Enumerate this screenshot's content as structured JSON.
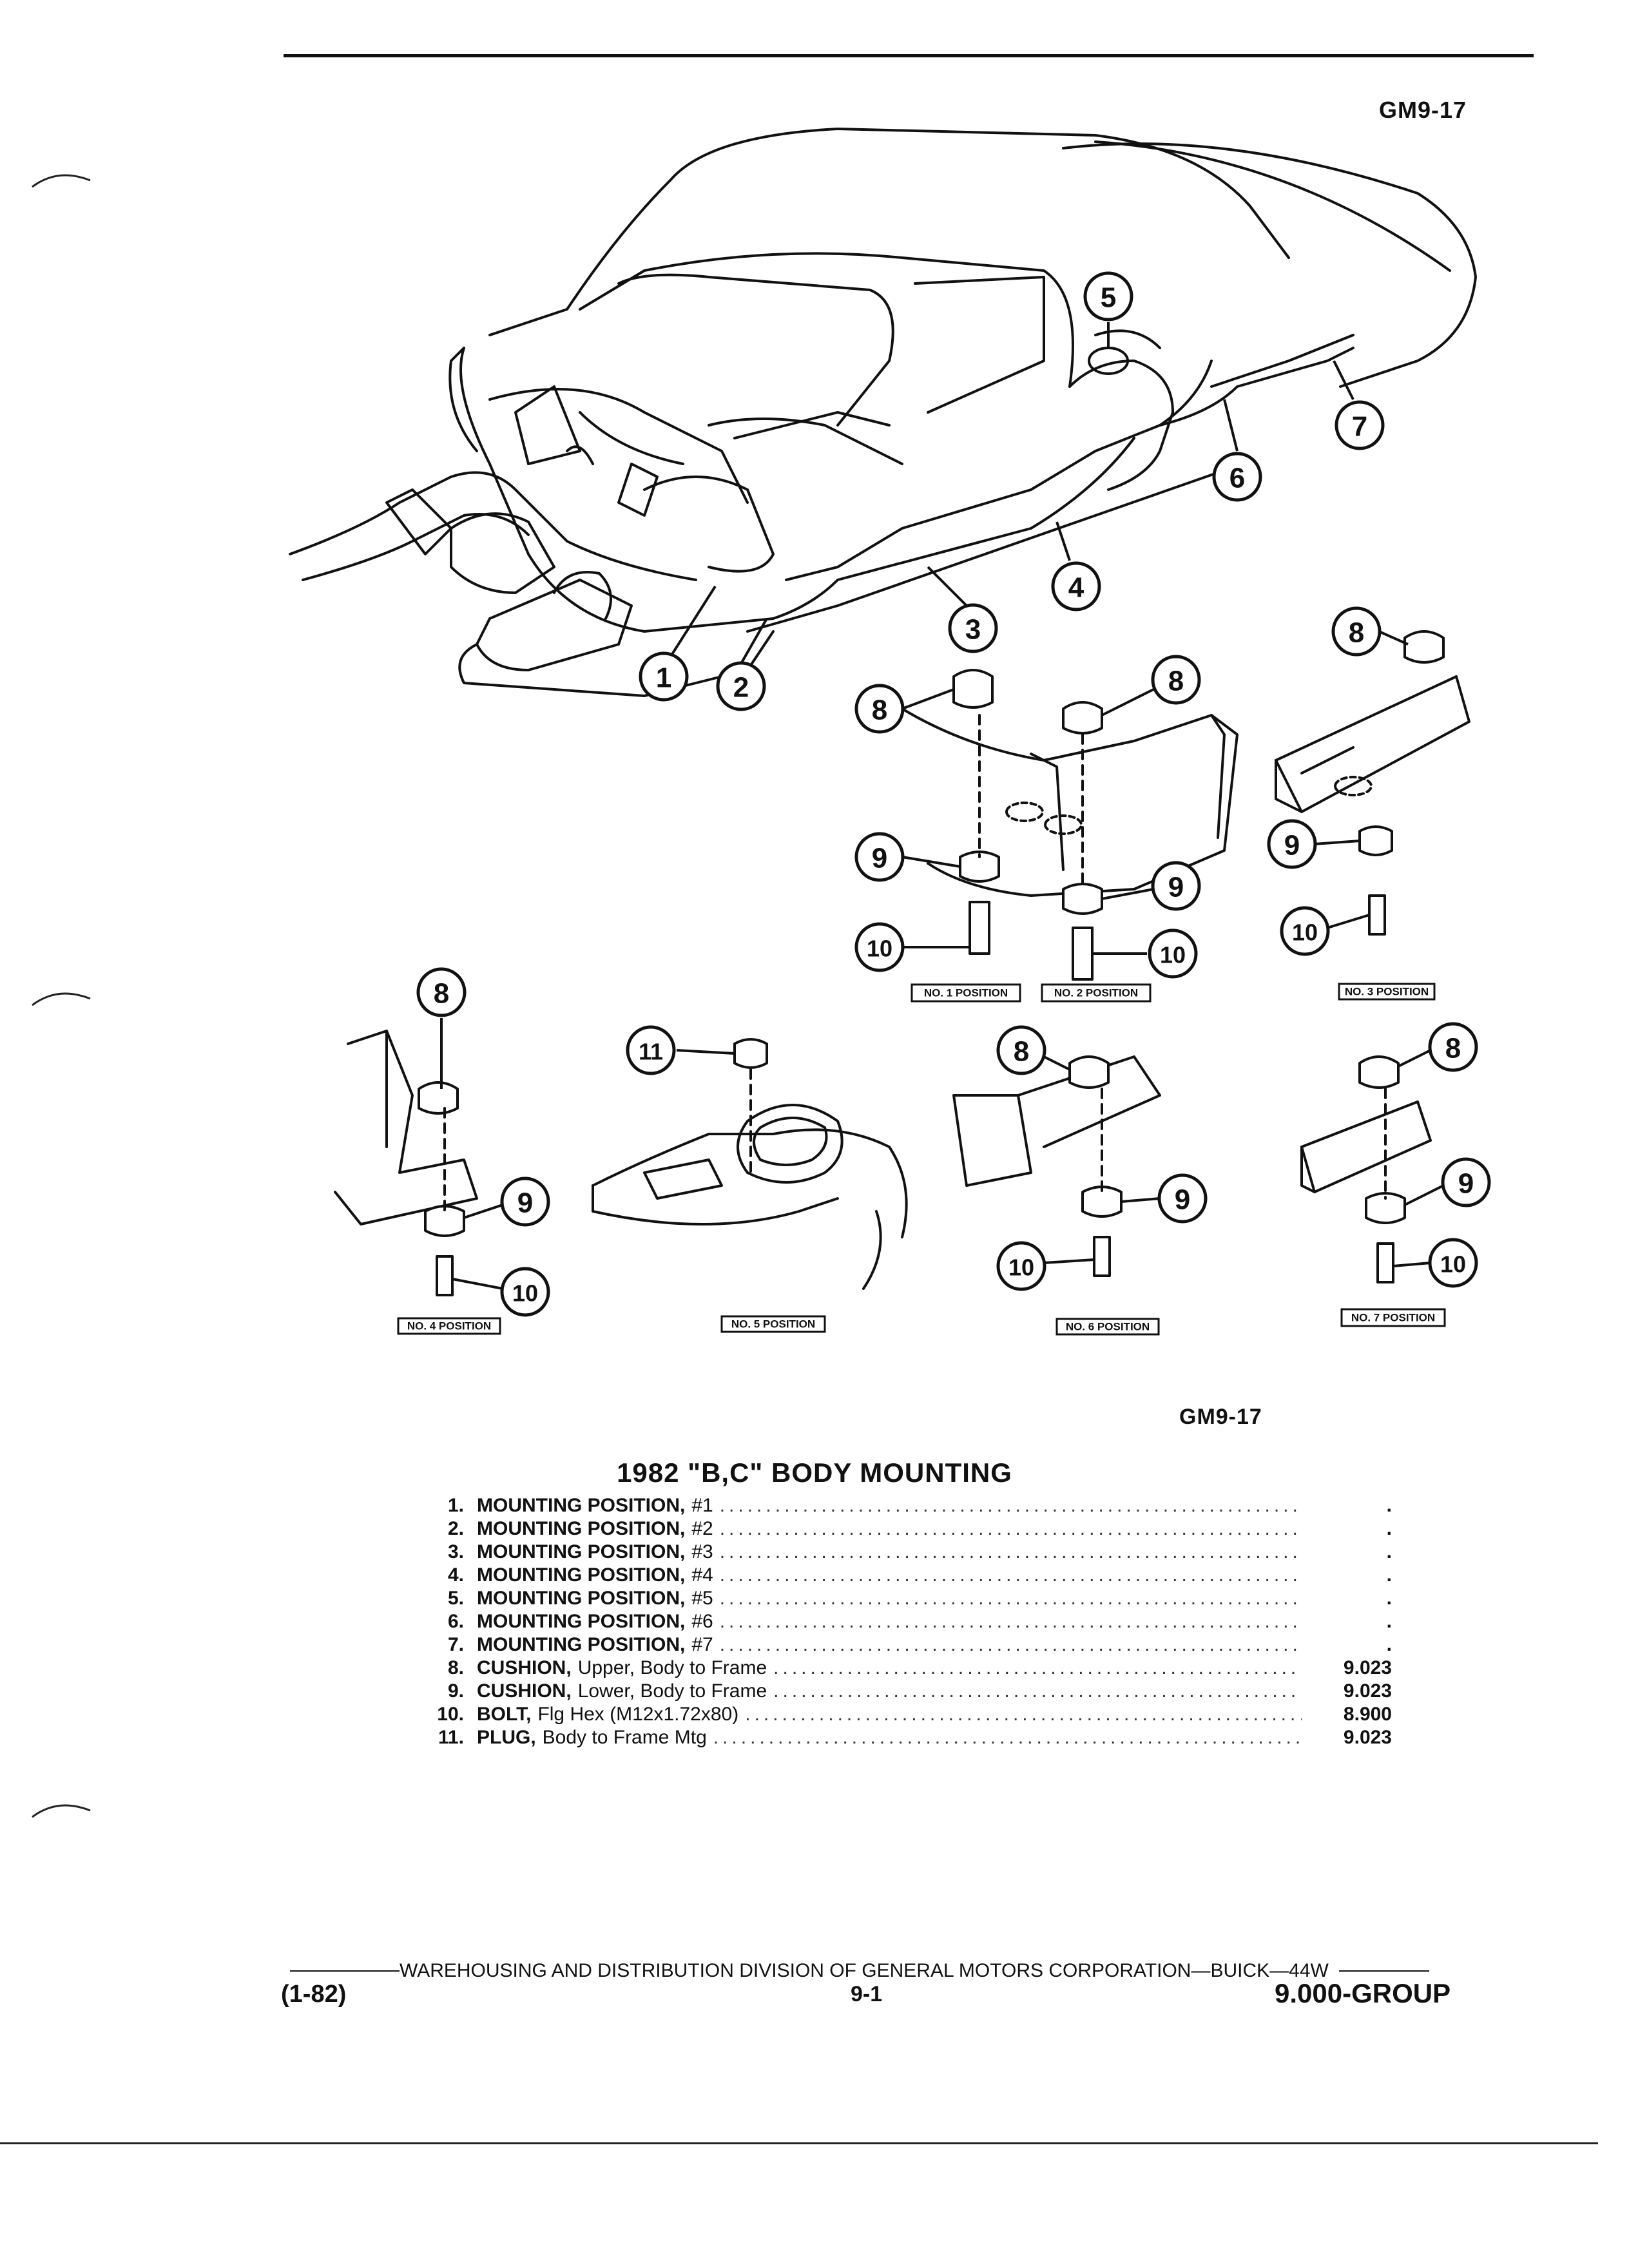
{
  "header": {
    "figure_code": "GM9-17"
  },
  "diagram": {
    "callouts": [
      "1",
      "2",
      "3",
      "4",
      "5",
      "6",
      "7",
      "8",
      "9",
      "10",
      "11"
    ],
    "position_labels": {
      "p1": "NO. 1 POSITION",
      "p2": "NO. 2 POSITION",
      "p3": "NO. 3 POSITION",
      "p4": "NO. 4 POSITION",
      "p5": "NO. 5 POSITION",
      "p6": "NO. 6 POSITION",
      "p7": "NO. 7 POSITION"
    },
    "figure_code_bottom": "GM9-17"
  },
  "parts": {
    "title": "1982 \"B,C\" BODY MOUNTING",
    "items": [
      {
        "num": "1.",
        "name": "MOUNTING POSITION,",
        "desc": "#1",
        "ref": "."
      },
      {
        "num": "2.",
        "name": "MOUNTING POSITION,",
        "desc": "#2",
        "ref": "."
      },
      {
        "num": "3.",
        "name": "MOUNTING POSITION,",
        "desc": "#3",
        "ref": "."
      },
      {
        "num": "4.",
        "name": "MOUNTING POSITION,",
        "desc": "#4",
        "ref": "."
      },
      {
        "num": "5.",
        "name": "MOUNTING POSITION,",
        "desc": "#5",
        "ref": "."
      },
      {
        "num": "6.",
        "name": "MOUNTING POSITION,",
        "desc": "#6",
        "ref": "."
      },
      {
        "num": "7.",
        "name": "MOUNTING POSITION,",
        "desc": "#7",
        "ref": "."
      },
      {
        "num": "8.",
        "name": "CUSHION,",
        "desc": "Upper, Body to Frame",
        "ref": "9.023"
      },
      {
        "num": "9.",
        "name": "CUSHION,",
        "desc": "Lower, Body to Frame",
        "ref": "9.023"
      },
      {
        "num": "10.",
        "name": "BOLT,",
        "desc": "Flg Hex (M12x1.72x80)",
        "ref": "8.900"
      },
      {
        "num": "11.",
        "name": "PLUG,",
        "desc": "Body to Frame Mtg",
        "ref": "9.023"
      }
    ]
  },
  "footer": {
    "division": "WAREHOUSING AND DISTRIBUTION  DIVISION OF GENERAL MOTORS CORPORATION—BUICK—44W",
    "date": "(1-82)",
    "page": "9-1",
    "group": "9.000-GROUP"
  }
}
